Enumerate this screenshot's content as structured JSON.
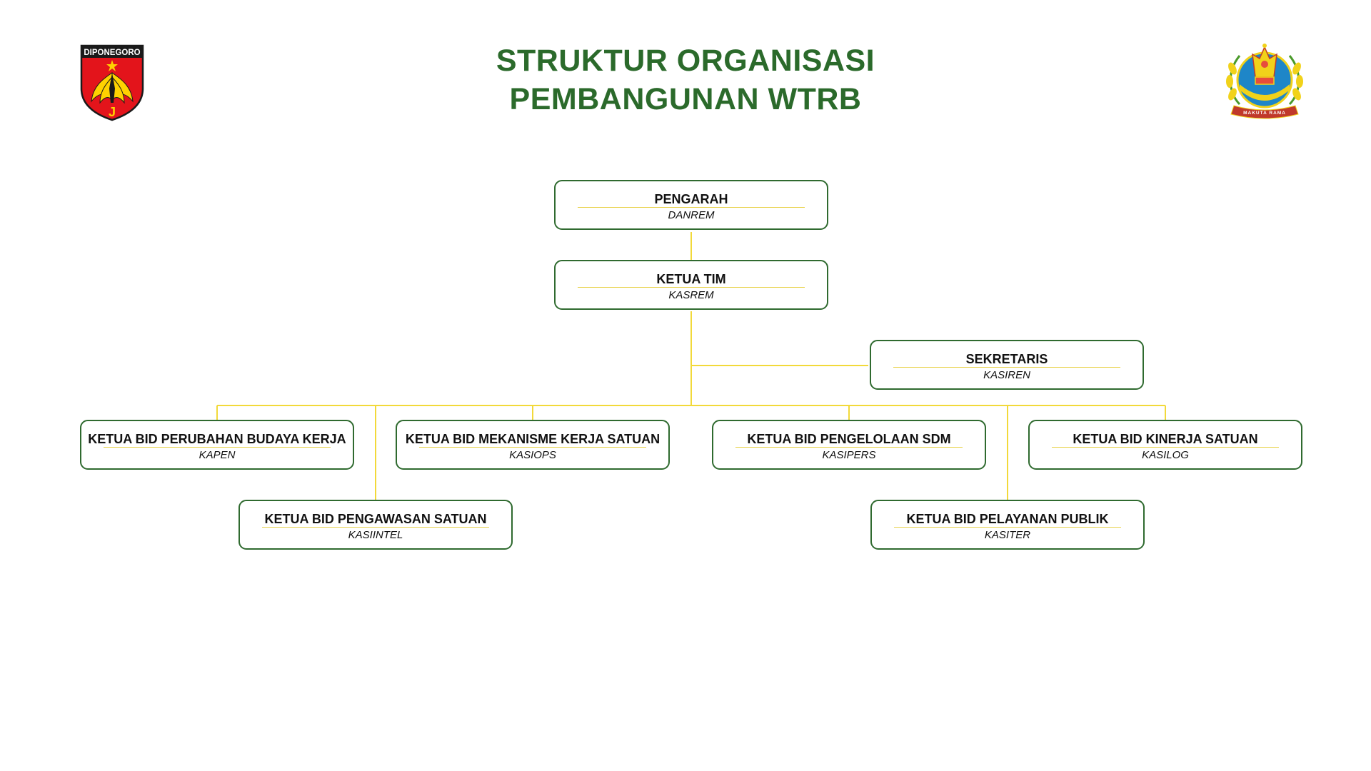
{
  "title": {
    "line1": "STRUKTUR ORGANISASI",
    "line2": "PEMBANGUNAN WTRB"
  },
  "logos": {
    "left": {
      "icon": "kodam-diponegoro-emblem-icon",
      "text": "DIPONEGORO",
      "letter": "J"
    },
    "right": {
      "icon": "korem-makuta-rama-emblem-icon",
      "text": "MAKUTA RAMA"
    }
  },
  "colors": {
    "title": "#2b6a2b",
    "box_border": "#2f6a2f",
    "connector": "#f2d93a",
    "rule": "#e8d24a",
    "text": "#111111"
  },
  "org": {
    "pengarah": {
      "title": "PENGARAH",
      "role": "DANREM"
    },
    "ketua_tim": {
      "title": "KETUA TIM",
      "role": "KASREM"
    },
    "sekretaris": {
      "title": "SEKRETARIS",
      "role": "KASIREN"
    },
    "bid_budaya": {
      "title": "KETUA BID PERUBAHAN BUDAYA KERJA",
      "role": "KAPEN"
    },
    "bid_mekanisme": {
      "title": "KETUA BID MEKANISME KERJA SATUAN",
      "role": "KASIOPS"
    },
    "bid_sdm": {
      "title": "KETUA BID PENGELOLAAN SDM",
      "role": "KASIPERS"
    },
    "bid_kinerja": {
      "title": "KETUA BID KINERJA SATUAN",
      "role": "KASILOG"
    },
    "bid_pengawasan": {
      "title": "KETUA BID PENGAWASAN SATUAN",
      "role": "KASIINTEL"
    },
    "bid_pelayanan": {
      "title": "KETUA BID PELAYANAN PUBLIK",
      "role": "KASITER"
    }
  }
}
